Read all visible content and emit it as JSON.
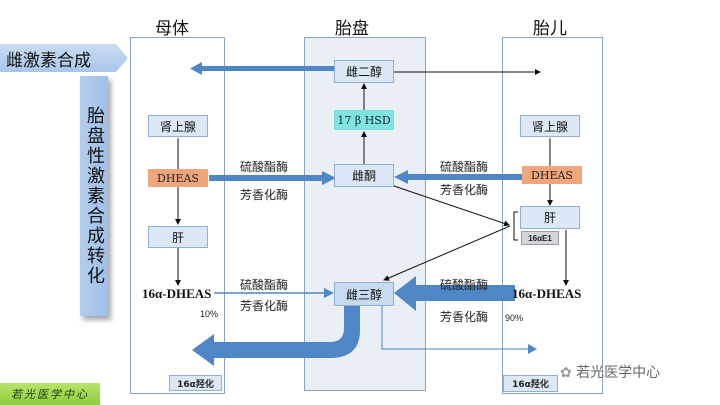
{
  "side": {
    "banner": "雌激素合成",
    "vertical_banner": "胎盘性激素合成转化",
    "logo": "若光医学中心"
  },
  "columns": {
    "maternal": "母体",
    "placenta": "胎盘",
    "fetus": "胎儿"
  },
  "maternal": {
    "adrenal": "肾上腺",
    "dheas": "DHEAS",
    "liver": "肝",
    "dheas16": "16α-DHEAS",
    "percent": "10%",
    "hydroxylation": "16α羟化"
  },
  "placenta": {
    "estradiol": "雌二醇",
    "hsd": "17 β HSD",
    "estrone": "雌酮",
    "estriol": "雌三醇"
  },
  "fetus": {
    "adrenal": "肾上腺",
    "dheas": "DHEAS",
    "liver": "肝",
    "enzyme_tag": "16αE1",
    "dheas16": "16α-DHEAS",
    "percent": "90%",
    "hydroxylation": "16α羟化"
  },
  "enzymes": {
    "sulfatase": "硫酸酯酶",
    "aromatase": "芳香化酶"
  },
  "watermark": "若光医学中心",
  "colors": {
    "arrow_blue": "#4f86c6",
    "box_fill": "#dce8f5",
    "dheas_fill": "#f0a67c",
    "hsd_fill": "#7fe3e0",
    "logo_green": "#9dd64e"
  }
}
